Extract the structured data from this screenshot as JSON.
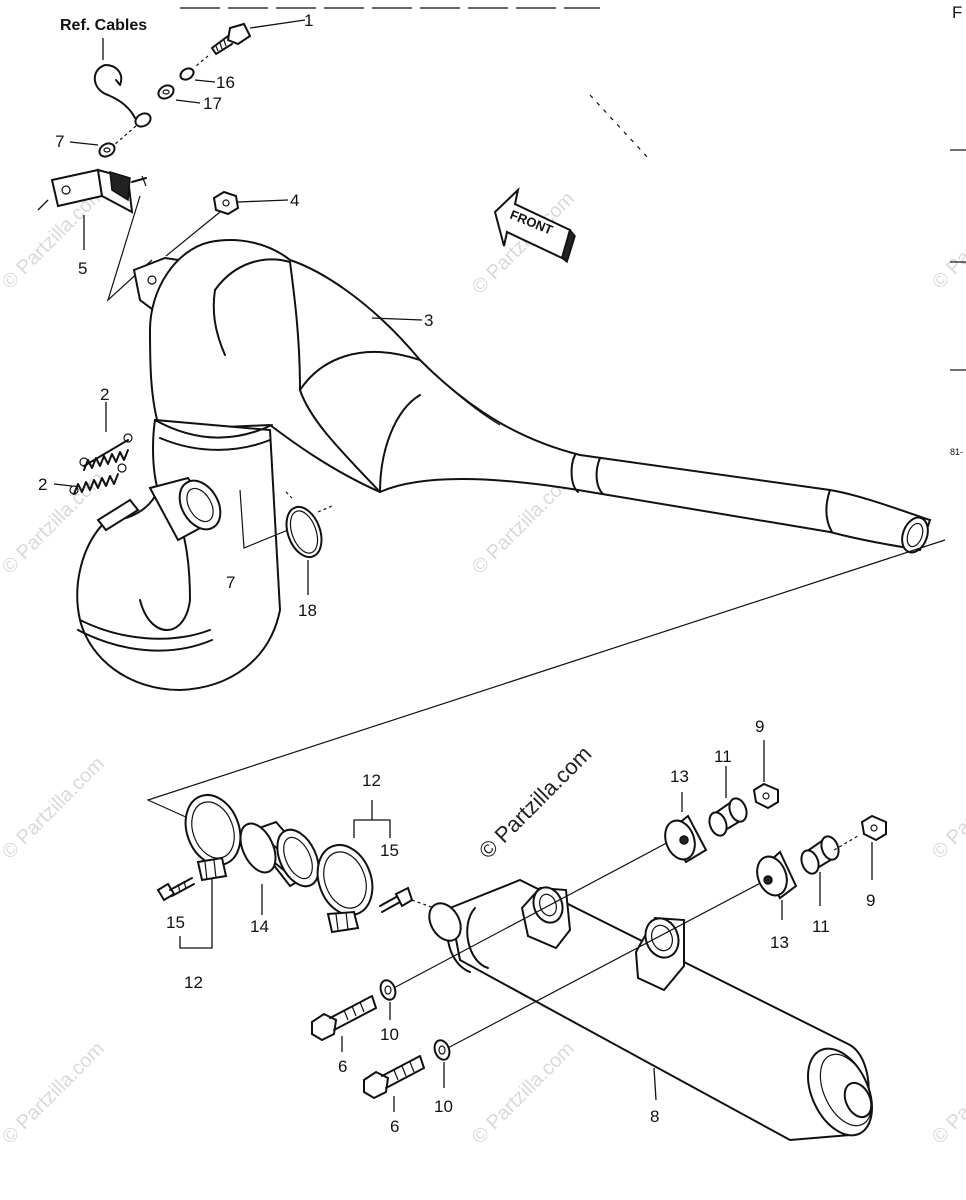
{
  "ref_label": "Ref. Cables",
  "front_label": "FRONT",
  "watermark": "© Partzilla.com",
  "edge_letter": "F",
  "page_code": "81-",
  "callouts": {
    "c1": "1",
    "c2a": "2",
    "c2b": "2",
    "c3": "3",
    "c4": "4",
    "c5": "5",
    "c7a": "7",
    "c7b": "7",
    "c16": "16",
    "c17": "17",
    "c18": "18",
    "c12a": "12",
    "c15a": "15",
    "c12b": "12",
    "c15b": "15",
    "c14": "14",
    "c13a": "13",
    "c11a": "11",
    "c9a": "9",
    "c13b": "13",
    "c11b": "11",
    "c9b": "9",
    "c6a": "6",
    "c6b": "6",
    "c10a": "10",
    "c10b": "10",
    "c8": "8"
  },
  "icons": [
    "front-arrow-icon"
  ]
}
